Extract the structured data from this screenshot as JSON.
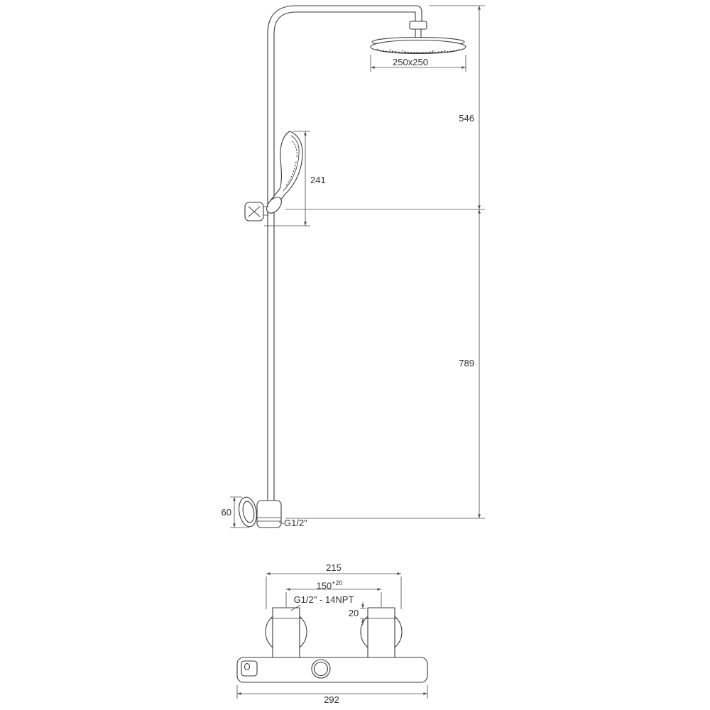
{
  "colors": {
    "background": "#ffffff",
    "line": "#3a3a3a",
    "dimension": "#4f4f4f",
    "text": "#333333"
  },
  "column": {
    "head_size": "250x250",
    "upper_height": "546",
    "hand_shower_length": "241",
    "lower_height": "789",
    "outlet_height": "60",
    "outlet_thread": "G1/2\""
  },
  "mixer": {
    "top_span": "215",
    "inlet_centers": "150",
    "inlet_tolerance": "+20",
    "inlet_thread": "G1/2\" - 14NPT",
    "inlet_stub": "20",
    "total_width": "292"
  }
}
